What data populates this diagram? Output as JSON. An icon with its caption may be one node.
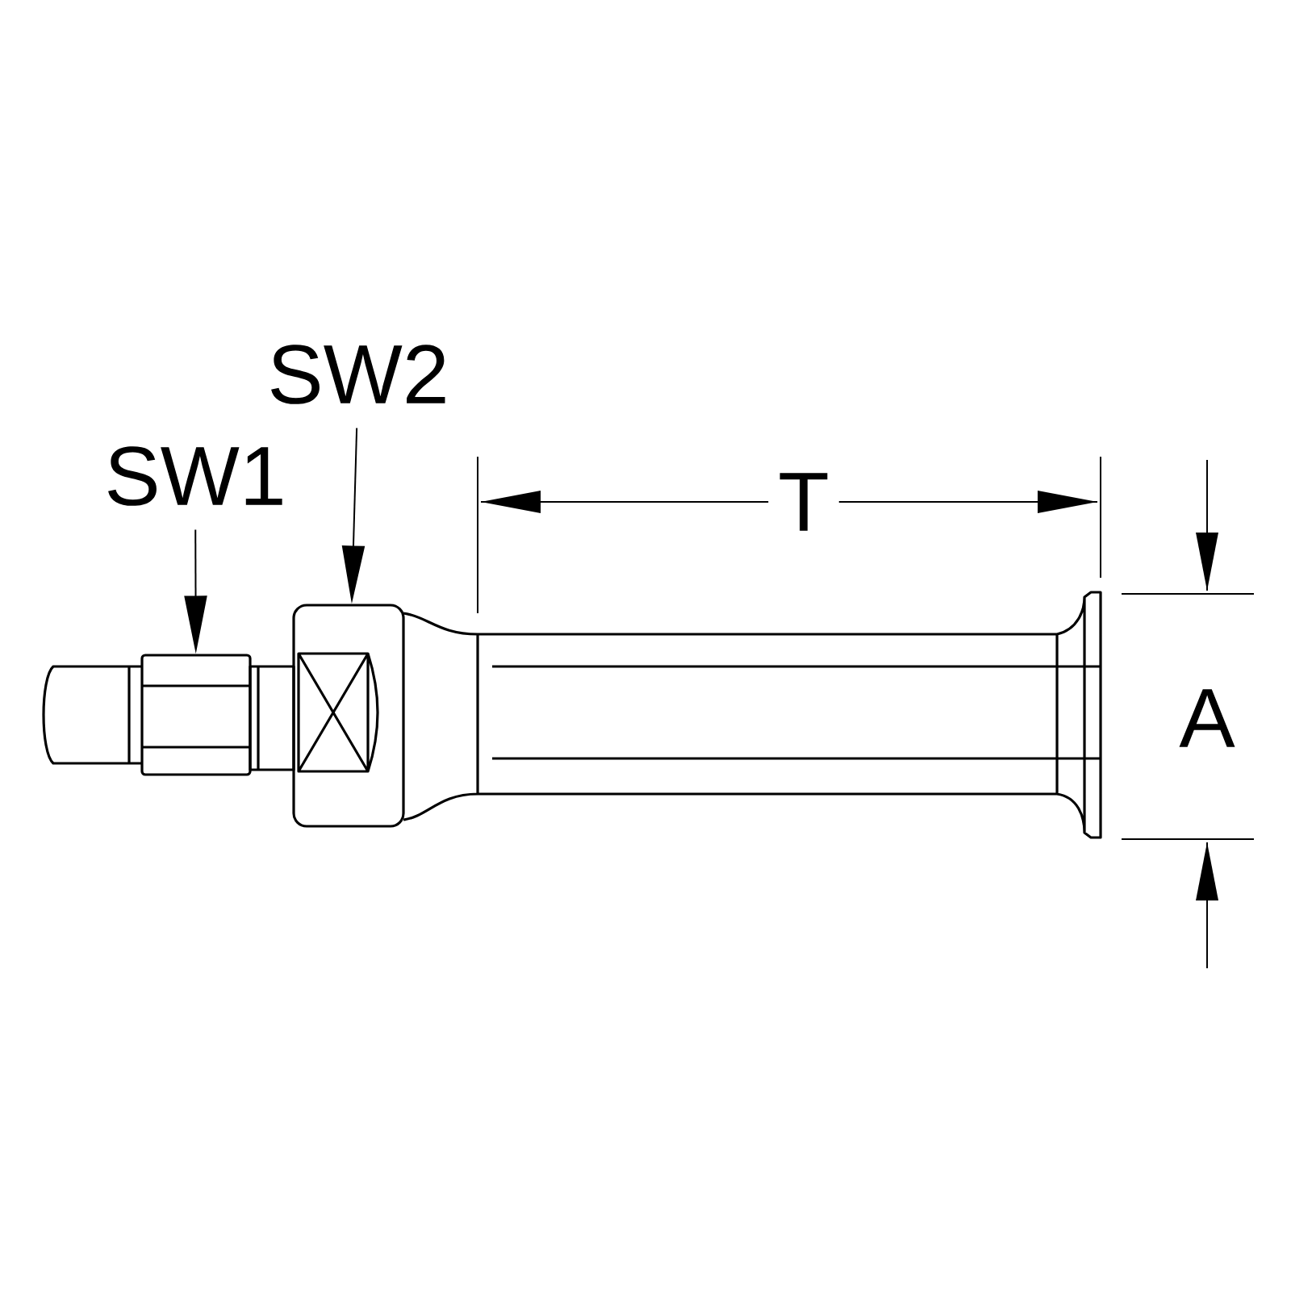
{
  "diagram": {
    "nodes": [
      {
        "text": [
          "SW1"
        ]
      },
      {
        "text": [
          "SW2"
        ]
      },
      {
        "text": [],
        "shape": "box"
      },
      {
        "text": [],
        "shape": "box"
      }
    ],
    "edges": [
      {
        "from": 0,
        "to": 2,
        "arrow": "to"
      },
      {
        "from": 1,
        "to": 3,
        "arrow": "to"
      }
    ],
    "labels": [
      "T",
      "A"
    ]
  }
}
